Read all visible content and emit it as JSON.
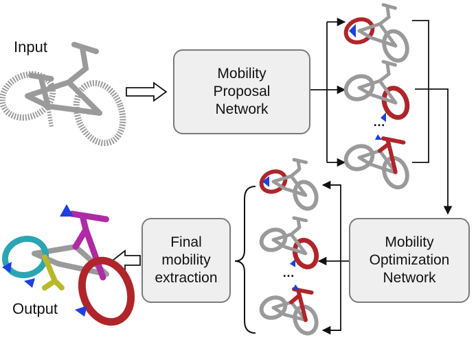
{
  "labels": {
    "input": "Input",
    "output": "Output",
    "ellipsis": "…"
  },
  "boxes": {
    "proposal": {
      "line1": "Mobility",
      "line2": "Proposal",
      "line3": "Network"
    },
    "optimization": {
      "line1": "Mobility",
      "line2": "Optimization",
      "line3": "Network"
    },
    "extraction": {
      "line1": "Final",
      "line2": "mobility",
      "line3": "extraction"
    }
  },
  "colors": {
    "point_gray": "#9a9a9a",
    "highlight_red": "#b0252a",
    "axis_blue": "#1f3fe0",
    "part_cyan": "#2aa6b3",
    "part_olive": "#b8b82a",
    "part_magenta": "#b02aa6",
    "box_fill": "#efefef",
    "box_border": "#7a7a7a"
  },
  "icons": {
    "bike": "bicycle-point-cloud-icon",
    "axis": "motion-axis-cone-icon",
    "arrow": "hollow-arrow-icon"
  }
}
